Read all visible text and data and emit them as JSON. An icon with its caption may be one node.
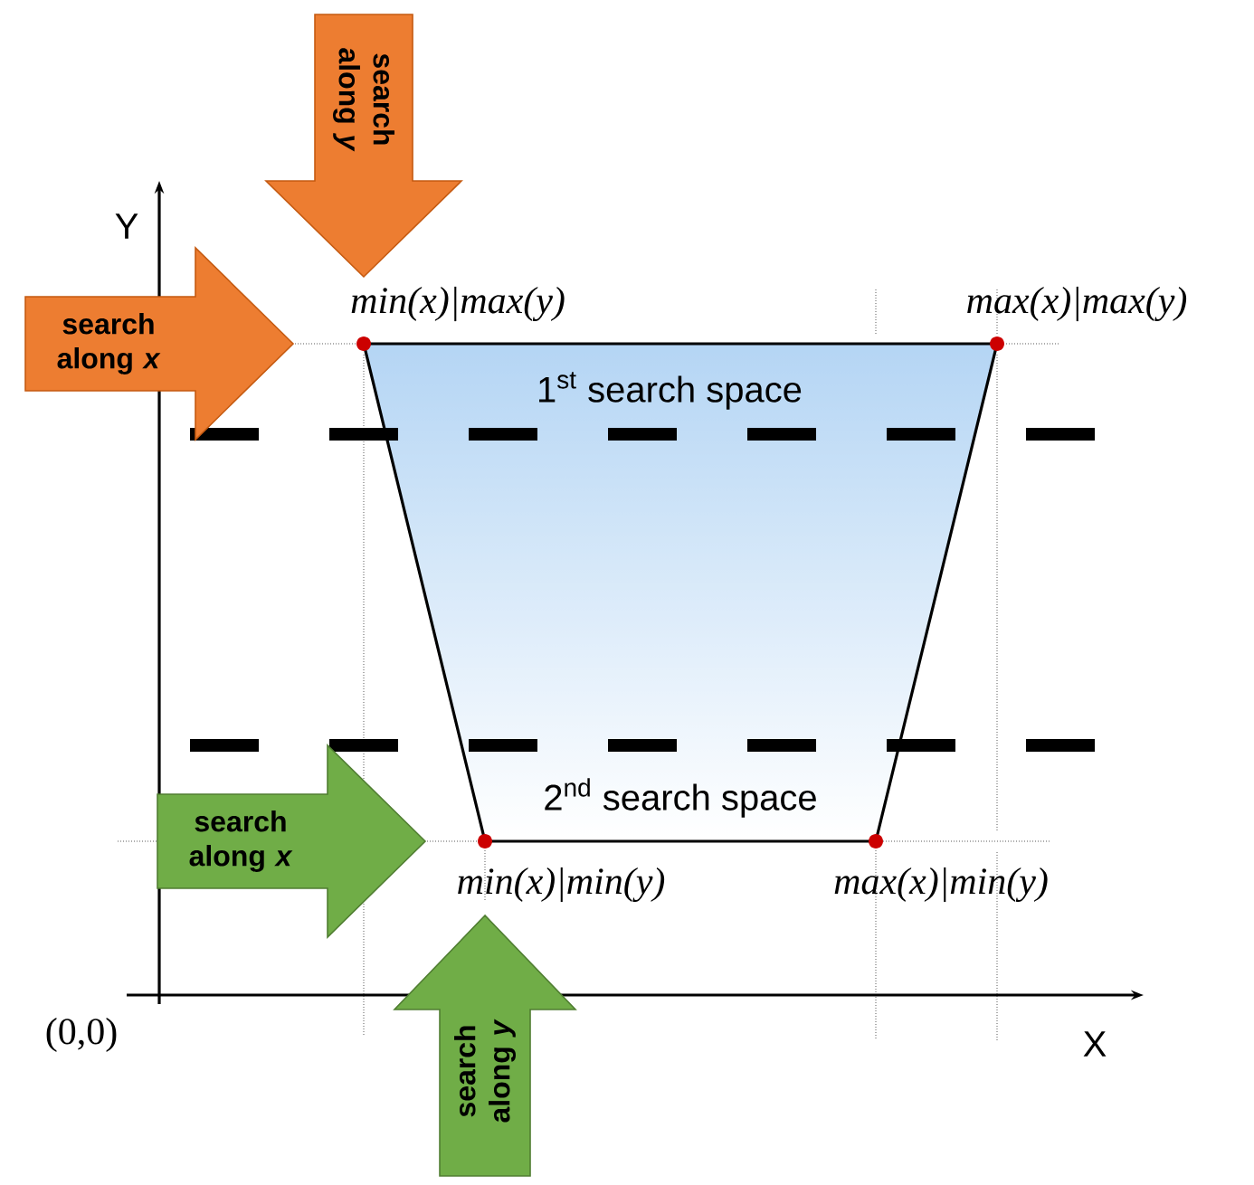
{
  "diagram": {
    "nodes": [
      {
        "text": [
          "search along *y*"
        ]
      },
      {
        "text": [
          "search along *x*"
        ]
      },
      {
        "text": [],
        "shape": "circle",
        "beside": [
          "min(x)|max(y)"
        ]
      },
      {
        "text": [],
        "shape": "circle",
        "beside": [
          "max(x)|max(y)"
        ]
      },
      {
        "text": [
          "1$^{st}$ search space",
          "2$^{nd}$ search space"
        ]
      },
      {
        "text": [
          "search along *x*"
        ]
      },
      {
        "text": [],
        "shape": "circle",
        "beside": [
          "min(x)|min(y)"
        ]
      },
      {
        "text": [],
        "shape": "circle",
        "beside": [
          "max(x)|min(y)"
        ]
      },
      {
        "text": [
          "search along *y*"
        ]
      }
    ],
    "labels": [
      "Y",
      "X",
      "(0,0)"
    ]
  }
}
